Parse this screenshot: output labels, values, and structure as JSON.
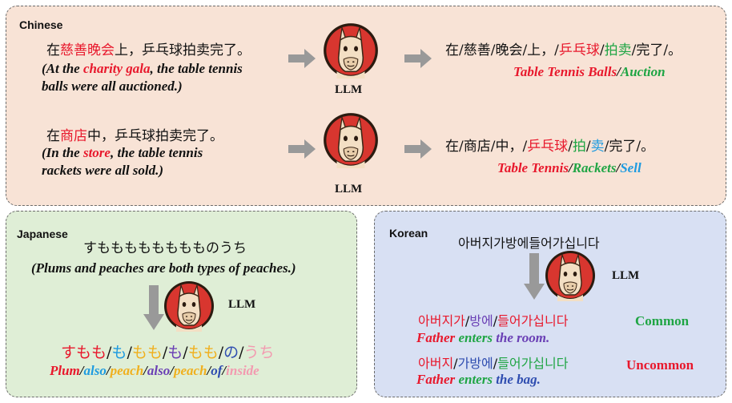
{
  "panels": {
    "chinese": "Chinese",
    "japanese": "Japanese",
    "korean": "Korean"
  },
  "llm_label": "LLM",
  "cn1": {
    "source": [
      "在",
      "慈善晚会",
      "上，乒乓球拍卖完了。"
    ],
    "translation": [
      "(At the ",
      "charity gala",
      ", the table tennis",
      "balls were all auctioned.)"
    ],
    "seg": [
      "在/慈善/晚会/上，/",
      "乒乓球",
      "/",
      "拍卖",
      "/完了/。"
    ],
    "gloss": [
      "Table Tennis Balls",
      "/",
      "Auction"
    ]
  },
  "cn2": {
    "source": [
      "在",
      "商店",
      "中，乒乓球拍卖完了。"
    ],
    "translation": [
      "(In the ",
      "store",
      ", the table tennis",
      "rackets were all sold.)"
    ],
    "seg": [
      "在/商店/中，/",
      "乒乓球",
      "/",
      "拍",
      "/",
      "卖",
      "/完了/。"
    ],
    "gloss": [
      "Table Tennis",
      "/",
      "Rackets",
      "/",
      "Sell"
    ]
  },
  "jp": {
    "source": "すもももももももものうち",
    "translation": "(Plums and peaches are both types of peaches.)",
    "seg": [
      "すもも",
      "/",
      "も",
      "/",
      "もも",
      "/",
      "も",
      "/",
      "もも",
      "/",
      "の",
      "/",
      "うち"
    ],
    "gloss": [
      "Plum",
      "/",
      "also",
      "/",
      "peach",
      "/",
      "also",
      "/",
      "peach",
      "/",
      "of",
      "/",
      "inside"
    ]
  },
  "kr": {
    "source": "아버지가방에들어가십니다",
    "seg1": [
      "아버지가",
      "/",
      "방에",
      "/",
      "들어가십니다"
    ],
    "gloss1": [
      "Father",
      " enters ",
      "the room."
    ],
    "tag1": "Common",
    "seg2": [
      "아버지",
      "/",
      "가방에",
      "/",
      "들어가십니다"
    ],
    "gloss2": [
      "Father",
      " enters ",
      "the bag."
    ],
    "tag2": "Uncommon"
  },
  "colors": {
    "red": "#e8182c",
    "green": "#1fa544",
    "blue": "#1e9be0",
    "purple": "#6a3fb5",
    "orange": "#f0b01e",
    "pink": "#f39ab0",
    "navy": "#2f4db0",
    "arrow": "#999999"
  },
  "icons": {
    "model": "llama-icon",
    "arrow": "arrow-icon"
  }
}
